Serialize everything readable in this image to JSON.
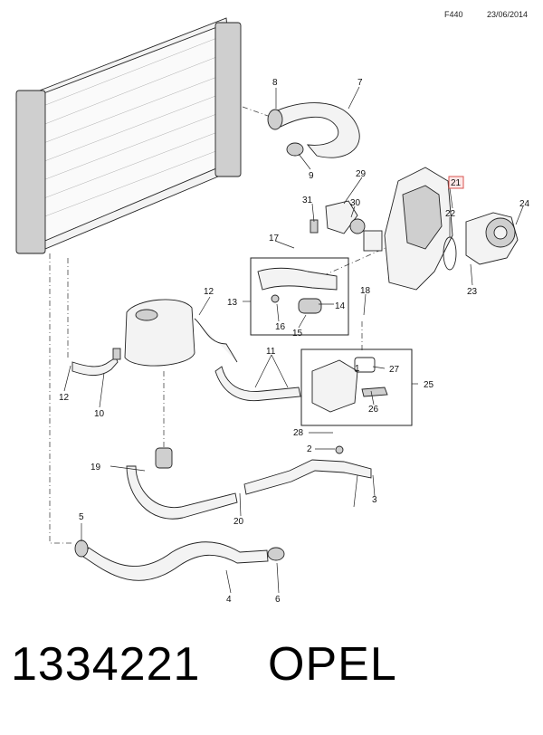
{
  "header": {
    "code": "F440",
    "date": "23/06/2014"
  },
  "footer": {
    "part_number": "1334221",
    "brand": "OPEL"
  },
  "highlight_color": "#d9534f",
  "callouts": {
    "c1": "1",
    "c2": "2",
    "c3": "3",
    "c4": "4",
    "c5": "5",
    "c6": "6",
    "c7": "7",
    "c8": "8",
    "c9": "9",
    "c10": "10",
    "c11": "11",
    "c12a": "12",
    "c12b": "12",
    "c13": "13",
    "c14": "14",
    "c15": "15",
    "c16": "16",
    "c17": "17",
    "c18": "18",
    "c19": "19",
    "c20": "20",
    "c21": "21",
    "c22": "22",
    "c23": "23",
    "c24": "24",
    "c25": "25",
    "c26": "26",
    "c27": "27",
    "c28": "28",
    "c29": "29",
    "c30": "30",
    "c31": "31"
  }
}
